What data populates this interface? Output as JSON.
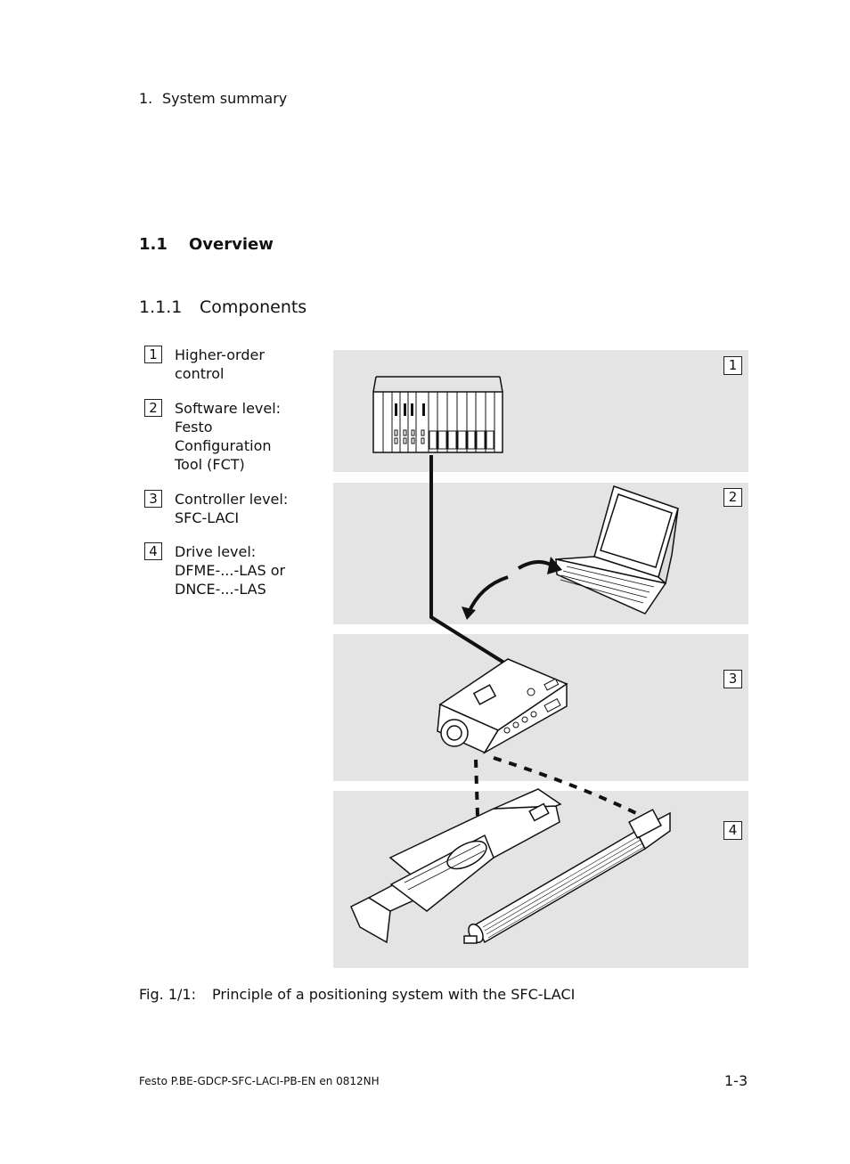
{
  "header": {
    "chapter_number": "1.",
    "chapter_title": "System summary"
  },
  "section": {
    "number": "1.1",
    "title": "Overview"
  },
  "subsection": {
    "number": "1.1.1",
    "title": "Components"
  },
  "legend": [
    {
      "num": "1",
      "lines": [
        "Higher-order",
        "control"
      ]
    },
    {
      "num": "2",
      "lines": [
        "Software level:",
        "Festo",
        "Configuration",
        "Tool (FCT)"
      ]
    },
    {
      "num": "3",
      "lines": [
        "Controller level:",
        "SFC-LACI"
      ]
    },
    {
      "num": "4",
      "lines": [
        "Drive level:",
        "DFME-...-LAS or",
        "DNCE-...-LAS"
      ]
    }
  ],
  "panels": [
    {
      "num": "1"
    },
    {
      "num": "2"
    },
    {
      "num": "3"
    },
    {
      "num": "4"
    }
  ],
  "caption": {
    "label": "Fig. 1/1:",
    "text": "Principle of a positioning system with the SFC-LACI"
  },
  "footer": {
    "document_id": "Festo P.BE-GDCP-SFC-LACI-PB-EN  en 0812NH",
    "page_number": "1-3"
  },
  "colors": {
    "panel_bg": "#e4e4e4",
    "line": "#111111"
  }
}
